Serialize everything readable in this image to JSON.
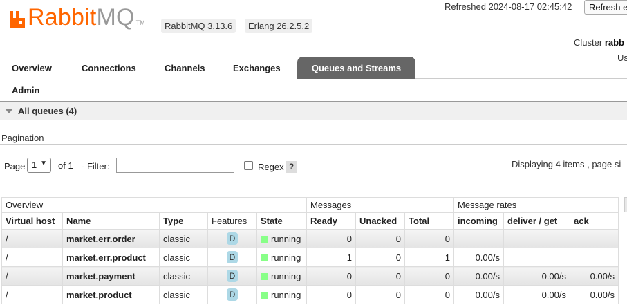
{
  "header": {
    "logo_part1": "Rabbit",
    "logo_part2": "MQ",
    "logo_tm": "TM",
    "rabbitmq_version": "RabbitMQ 3.13.6",
    "erlang_version": "Erlang 26.2.5.2",
    "refreshed": "Refreshed 2024-08-17 02:45:42",
    "refresh_button": "Refresh e",
    "cluster_prefix": "Cluster",
    "cluster_name": "rabb",
    "user_prefix": "Us"
  },
  "tabs": {
    "overview": "Overview",
    "connections": "Connections",
    "channels": "Channels",
    "exchanges": "Exchanges",
    "queues": "Queues and Streams",
    "admin": "Admin"
  },
  "section": {
    "title": "All queues (4)"
  },
  "pagination": {
    "label": "Pagination",
    "page_label": "Page",
    "page_value": "1",
    "of_label": "of 1",
    "filter_label": "- Filter:",
    "filter_value": "",
    "regex_label": "Regex",
    "help": "?",
    "displaying": "Displaying 4 items , page si"
  },
  "table": {
    "groups": {
      "overview": "Overview",
      "messages": "Messages",
      "rates": "Message rates"
    },
    "columns": {
      "vhost": "Virtual host",
      "name": "Name",
      "type": "Type",
      "features": "Features",
      "state": "State",
      "ready": "Ready",
      "unacked": "Unacked",
      "total": "Total",
      "incoming": "incoming",
      "deliver": "deliver / get",
      "ack": "ack"
    },
    "rows": [
      {
        "vhost": "/",
        "name": "market.err.order",
        "type": "classic",
        "feature": "D",
        "state": "running",
        "ready": "0",
        "unacked": "0",
        "total": "0",
        "incoming": "",
        "deliver": "",
        "ack": ""
      },
      {
        "vhost": "/",
        "name": "market.err.product",
        "type": "classic",
        "feature": "D",
        "state": "running",
        "ready": "1",
        "unacked": "0",
        "total": "1",
        "incoming": "0.00/s",
        "deliver": "",
        "ack": ""
      },
      {
        "vhost": "/",
        "name": "market.payment",
        "type": "classic",
        "feature": "D",
        "state": "running",
        "ready": "0",
        "unacked": "0",
        "total": "0",
        "incoming": "0.00/s",
        "deliver": "0.00/s",
        "ack": "0.00/s"
      },
      {
        "vhost": "/",
        "name": "market.product",
        "type": "classic",
        "feature": "D",
        "state": "running",
        "ready": "0",
        "unacked": "0",
        "total": "0",
        "incoming": "0.00/s",
        "deliver": "0.00/s",
        "ack": "0.00/s"
      }
    ]
  },
  "colors": {
    "brand": "#ff6600",
    "active_tab": "#666666",
    "running": "#88ff88",
    "durable_badge": "#add8e6"
  }
}
